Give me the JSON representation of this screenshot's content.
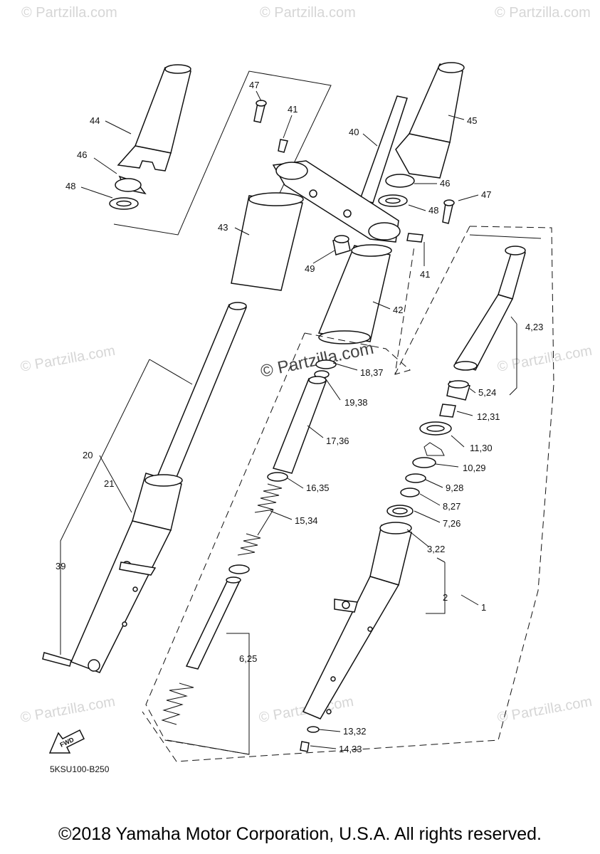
{
  "watermarks": [
    "© Partzilla.com",
    "© Partzilla.com",
    "© Partzilla.com",
    "© Partzilla.com",
    "© Partzilla.com",
    "© Partzilla.com",
    "© Partzilla.com",
    "© Partzilla.com",
    "© Partzilla.com"
  ],
  "center_watermark": "© Partzilla.com",
  "labels": [
    "47",
    "41",
    "40",
    "45",
    "44",
    "46",
    "46",
    "48",
    "48",
    "47",
    "43",
    "41",
    "49",
    "42",
    "4,23",
    "18,37",
    "5,24",
    "19,38",
    "12,31",
    "17,36",
    "11,30",
    "10,29",
    "16,35",
    "9,28",
    "15,34",
    "8,27",
    "7,26",
    "3,22",
    "20",
    "21",
    "2",
    "1",
    "39",
    "6,25",
    "13,32",
    "14,33"
  ],
  "fwd_label": "FWD",
  "diagram_code": "5KSU100-B250",
  "copyright": "©2018 Yamaha Motor Corporation, U.S.A. All rights reserved."
}
